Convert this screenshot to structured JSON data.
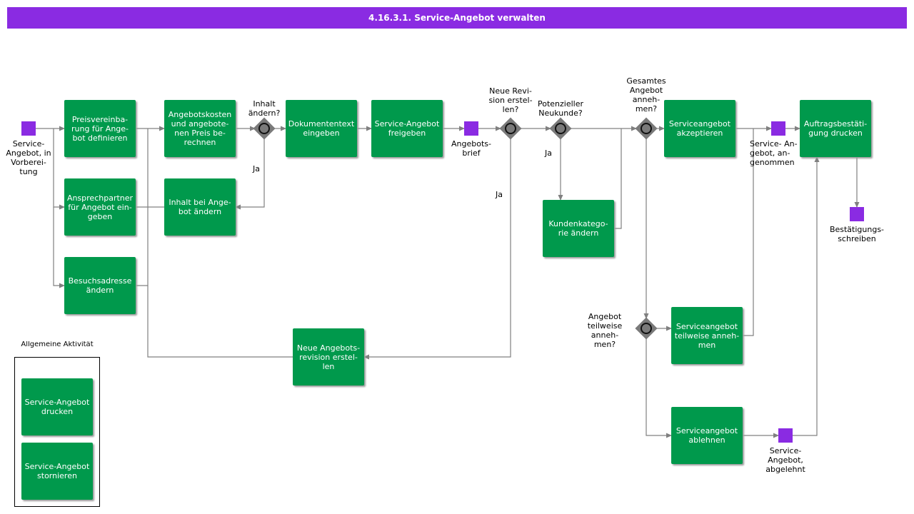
{
  "title": "4.16.3.1. Service-Angebot verwalten",
  "activities": {
    "preis": "Preisvereinba-\nrung für Ange-\nbot definieren",
    "ansprech": "Ansprechpartner\nfür Angebot ein-\ngeben",
    "besuch": "Besuchsadresse\nändern",
    "kosten": "Angebotskosten\nund angebote-\nnen Preis be-\nrechnen",
    "inhalt": "Inhalt bei Ange-\nbot ändern",
    "dokument": "Dokumententext\neingeben",
    "freigeben": "Service-Angebot\nfreigeben",
    "revision": "Neue Angebots-\nrevision erstel-\nlen",
    "kategorie": "Kundenkatego-\nrie ändern",
    "akzeptieren": "Serviceangebot\nakzeptieren",
    "teilweise": "Serviceangebot\nteilweise anneh-\nmen",
    "ablehnen": "Serviceangebot\nablehnen",
    "auftrag": "Auftragsbestäti-\ngung  drucken",
    "drucken": "Service-Angebot\ndrucken",
    "stornieren": "Service-Angebot\nstornieren"
  },
  "objects": {
    "vorbereitung": "Service-\nAngebot, in\nVorberei-\ntung",
    "brief": "Angebots-\nbrief",
    "angenommen": "Service-   An-\ngebot,    an-\ngenommen",
    "bestaetigung": "Bestätigungs-\nschreiben",
    "abgelehnt": "Service-\nAngebot,\nabgelehnt"
  },
  "gateways": {
    "inhalt": "Inhalt\nändern?",
    "revision": "Neue Revi-\nsion erstel-\nlen?",
    "neukunde": "Potenzieller\nNeukunde?",
    "gesamt": "Gesamtes\nAngebot\nanneh-\nmen?",
    "teil": "Angebot\nteilweise\nanneh-\nmen?"
  },
  "edge_labels": {
    "ja_inhalt": "Ja",
    "ja_revision": "Ja",
    "ja_neukunde": "Ja"
  },
  "legend": {
    "title": "Allgemeine\nAktivität"
  },
  "colors": {
    "header": "#8a2be2",
    "activity": "#00994c",
    "object": "#8a2be2",
    "gateway": "#7a7a7a",
    "connector": "#808080"
  }
}
